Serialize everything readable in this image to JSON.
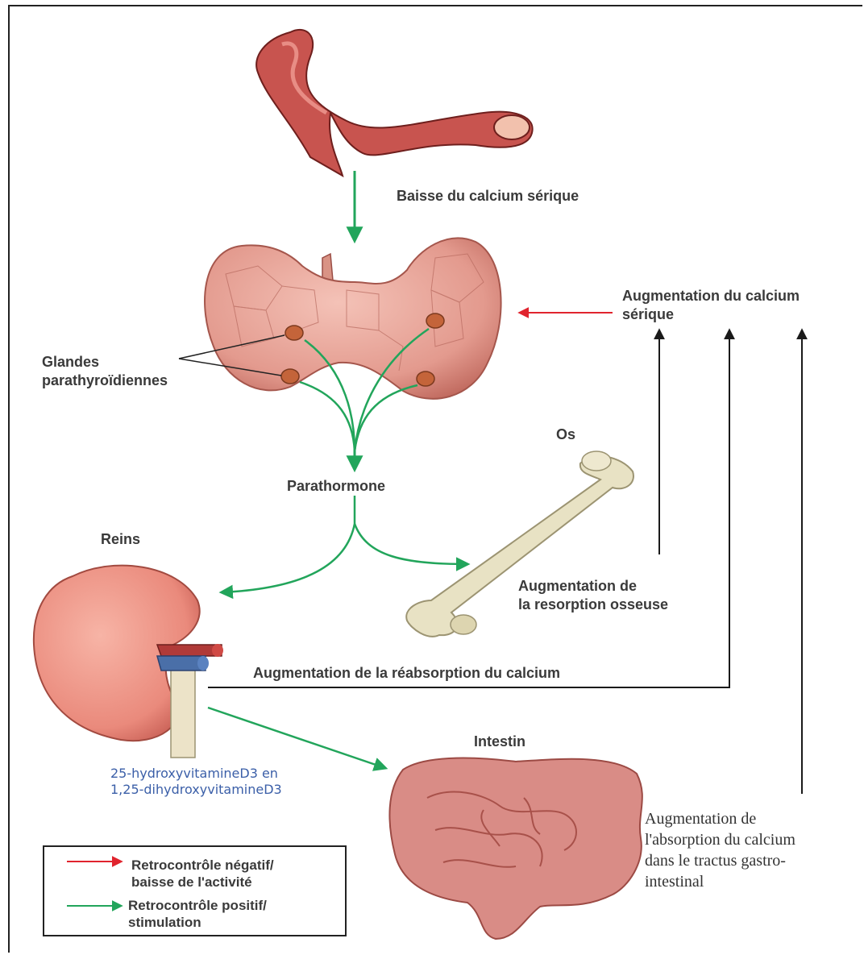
{
  "colors": {
    "stimulation_arrow": "#22a55b",
    "negative_arrow": "#e0242e",
    "result_arrow": "#1a1a1a",
    "organ_pink": "#e39a8e",
    "organ_pink_dark": "#b9574d",
    "bone": "#e8e2c4",
    "vessel_red": "#b03a38",
    "vessel_blue": "#4a6fa8"
  },
  "labels": {
    "baisse_calcium": "Baisse du calcium sérique",
    "augmentation_calcium": "Augmentation du calcium\nsérique",
    "glandes": "Glandes\nparathyroïdiennes",
    "parathormone": "Parathormone",
    "os": "Os",
    "reins": "Reins",
    "resorption": "Augmentation de\nla resorption osseuse",
    "reabsorption": "Augmentation de la réabsorption du calcium",
    "vitamine": "25-hydroxyvitamineD3 en\n1,25-dihydroxyvitamineD3",
    "intestin": "Intestin",
    "absorption": "Augmentation de\nl'absorption du calcium\ndans le tractus gastro-\nintestinal"
  },
  "legend": {
    "negative": "Retrocontrôle négatif/\nbaisse de l'activité",
    "positive": "Retrocontrôle positif/\nstimulation"
  },
  "icons": {
    "vessel": "blood-vessel-illustration",
    "thyroid": "thyroid-parathyroid-illustration",
    "bone": "femur-bone-illustration",
    "kidney": "kidney-illustration",
    "intestine": "intestine-illustration"
  }
}
